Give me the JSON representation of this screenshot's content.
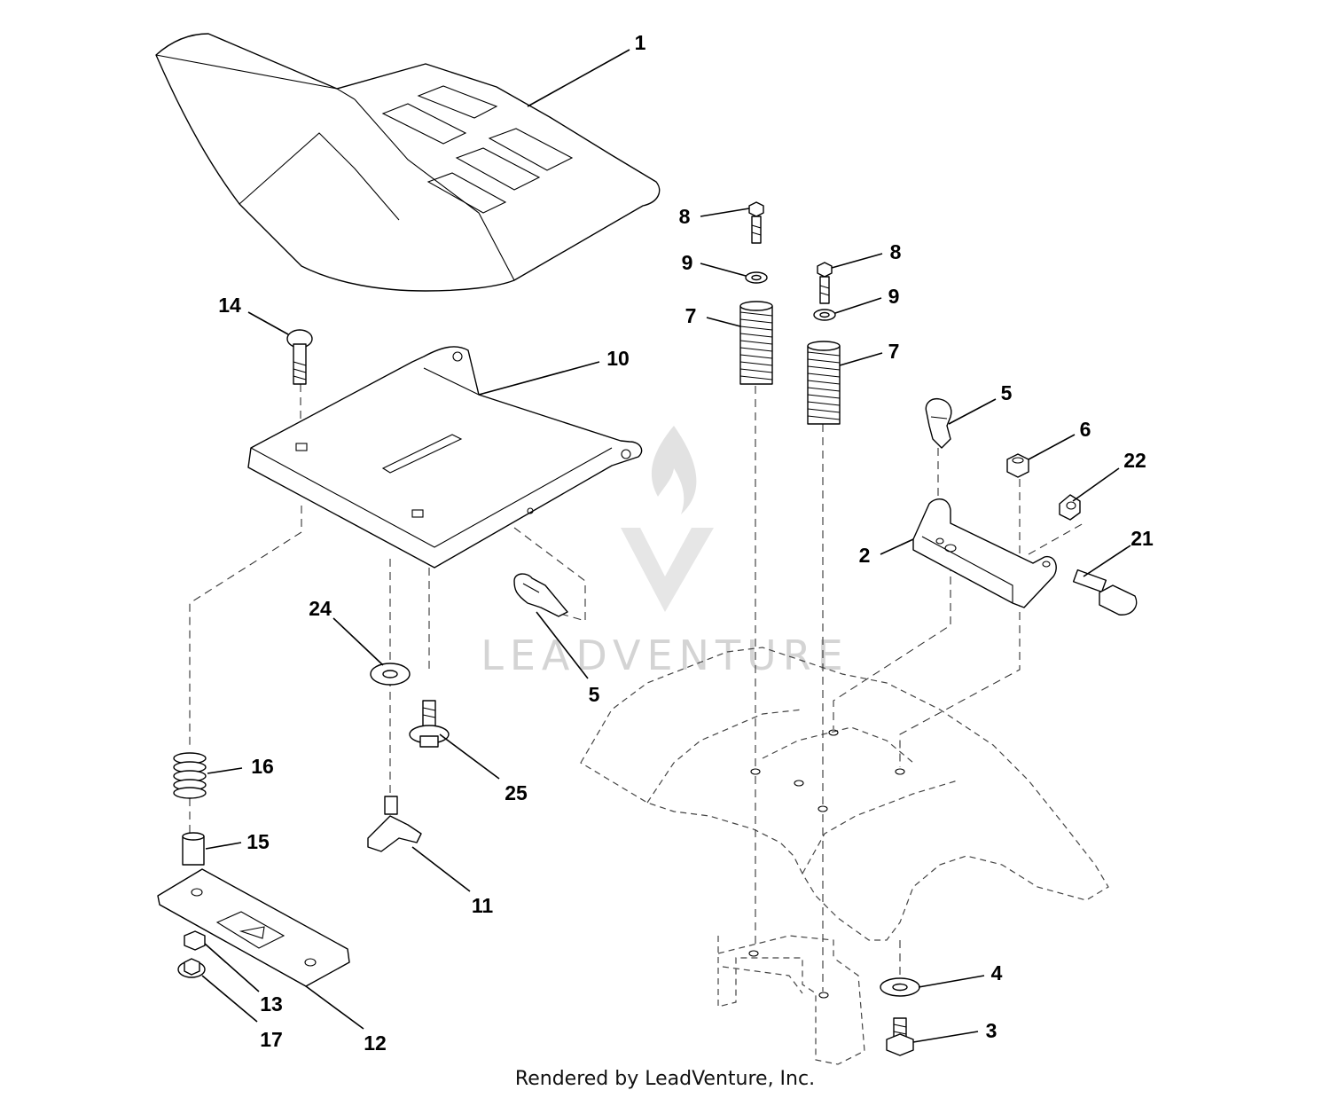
{
  "callouts": [
    "1",
    "2",
    "3",
    "4",
    "5",
    "5",
    "6",
    "7",
    "7",
    "8",
    "8",
    "9",
    "9",
    "10",
    "11",
    "12",
    "13",
    "14",
    "15",
    "16",
    "17",
    "21",
    "22",
    "24",
    "25"
  ],
  "watermark": "LEADVENTURE",
  "credit": "Rendered by LeadVenture, Inc."
}
